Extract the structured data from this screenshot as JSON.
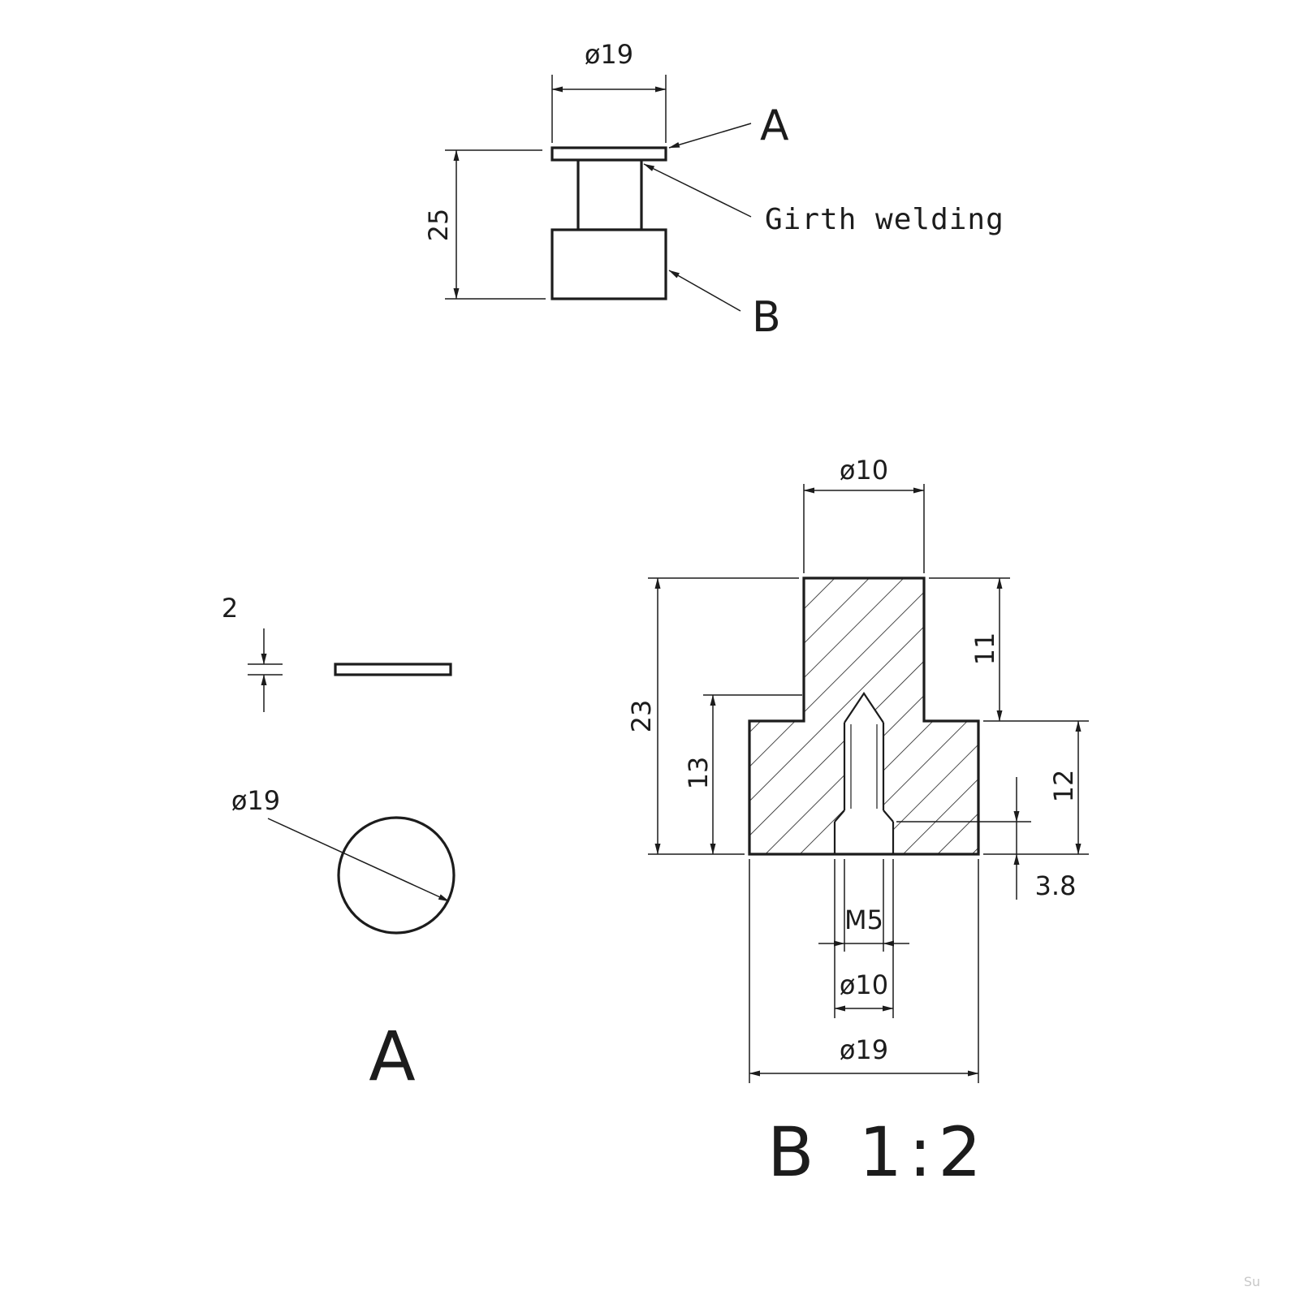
{
  "assembly_view": {
    "dim_cap_diameter": "ø19",
    "dim_height": "25",
    "callout_a": "A",
    "callout_weld": "Girth welding",
    "callout_b": "B"
  },
  "part_a": {
    "dim_thickness": "2",
    "dim_diameter": "ø19",
    "view_label": "A"
  },
  "part_b": {
    "dim_boss_diameter": "ø10",
    "dim_total_height": "23",
    "dim_thread_depth": "13",
    "dim_boss_height": "11",
    "dim_base_height": "12",
    "dim_counterbore_depth": "3.8",
    "dim_thread": "M5",
    "dim_counterbore_diameter": "ø10",
    "dim_base_diameter": "ø19",
    "view_label": "B",
    "view_scale": "1:2"
  },
  "watermark": "Su"
}
